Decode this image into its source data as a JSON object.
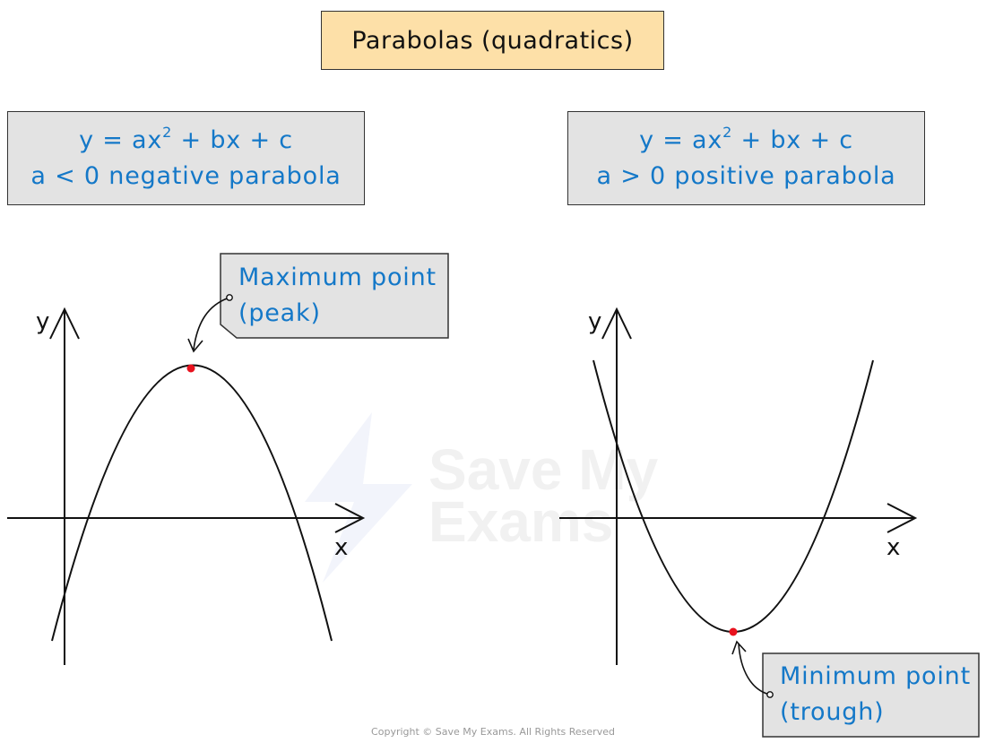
{
  "title": "Parabolas (quadratics)",
  "left_panel": {
    "equation_pre": "y = ax",
    "equation_exp": "2",
    "equation_post": " + bx + c",
    "condition": "a < 0 negative parabola",
    "callout_line1": "Maximum point",
    "callout_line2": "(peak)",
    "y_label": "y",
    "x_label": "x"
  },
  "right_panel": {
    "equation_pre": "y = ax",
    "equation_exp": "2",
    "equation_post": " + bx + c",
    "condition": "a > 0 positive parabola",
    "callout_line1": "Minimum point",
    "callout_line2": "(trough)",
    "y_label": "y",
    "x_label": "x"
  },
  "watermark": {
    "line1": "Save My",
    "line2": "Exams"
  },
  "copyright": "Copyright © Save My Exams. All Rights Reserved",
  "colors": {
    "title_fill": "#fde0a8",
    "box_fill": "#e3e3e3",
    "text_blue": "#1478c8",
    "point_red": "#e8121e"
  }
}
